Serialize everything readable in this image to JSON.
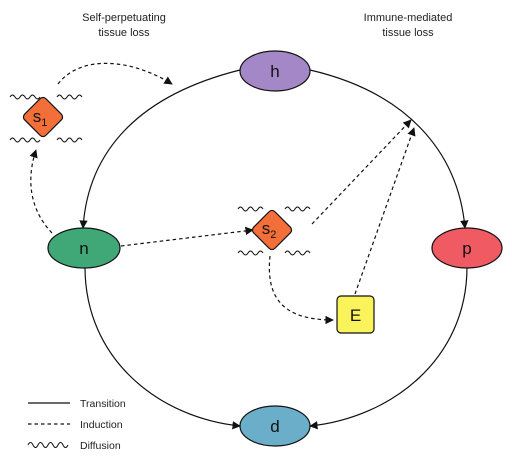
{
  "headings": {
    "left_line1": "Self-perpetuating",
    "left_line2": "tissue loss",
    "right_line1": "Immune-mediated",
    "right_line2": "tissue loss"
  },
  "nodes": {
    "h": {
      "label": "h",
      "color": "#a487c6"
    },
    "n": {
      "label": "n",
      "color": "#3fa876"
    },
    "p": {
      "label": "p",
      "color": "#ef5a63"
    },
    "d": {
      "label": "d",
      "color": "#6aaec9"
    },
    "E": {
      "label": "E",
      "color": "#fbf35c"
    },
    "s1": {
      "label": "s",
      "subscript": "1",
      "color": "#f36f3a"
    },
    "s2": {
      "label": "s",
      "subscript": "2",
      "color": "#f36f3a"
    }
  },
  "legend": {
    "transition": "Transition",
    "induction": "Induction",
    "diffusion": "Diffusion"
  }
}
